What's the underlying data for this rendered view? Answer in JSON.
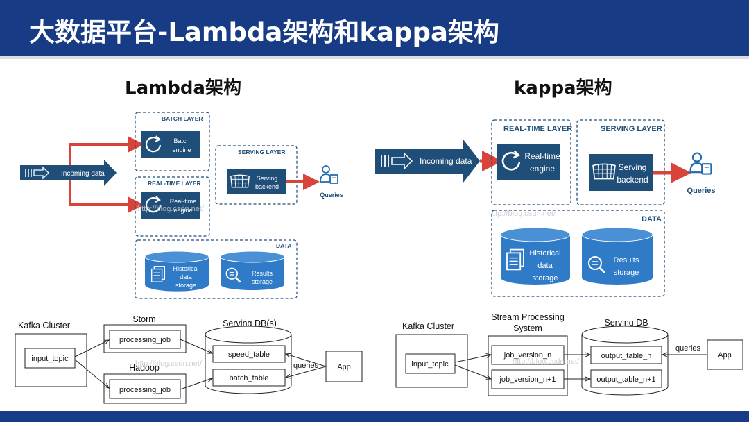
{
  "header": {
    "title": "大数据平台-Lambda架构和kappa架构"
  },
  "lambda": {
    "title": "Lambda架构",
    "incoming": "Incoming data",
    "batch_layer": "BATCH LAYER",
    "batch_engine": [
      "Batch",
      "engine"
    ],
    "realtime_layer": "REAL-TIME LAYER",
    "realtime_engine": [
      "Real-time",
      "engine"
    ],
    "serving_layer": "SERVING LAYER",
    "serving_backend": [
      "Serving",
      "backend"
    ],
    "queries": "Queries",
    "data_label": "DATA",
    "historical": [
      "Historical",
      "data",
      "storage"
    ],
    "results": [
      "Results",
      "storage"
    ]
  },
  "kappa": {
    "title": "kappa架构",
    "incoming": "Incoming data",
    "realtime_layer": "REAL-TIME LAYER",
    "realtime_engine": [
      "Real-time",
      "engine"
    ],
    "serving_layer": "SERVING LAYER",
    "serving_backend": [
      "Serving",
      "backend"
    ],
    "queries": "Queries",
    "data_label": "DATA",
    "historical": [
      "Historical",
      "data",
      "storage"
    ],
    "results": [
      "Results",
      "storage"
    ]
  },
  "lambda_flow": {
    "kafka_cluster": "Kafka Cluster",
    "input_topic": "input_topic",
    "storm": "Storm",
    "hadoop": "Hadoop",
    "processing_job_1": "processing_job",
    "processing_job_2": "processing_job",
    "serving_db": "Serving DB(s)",
    "speed_table": "speed_table",
    "batch_table": "batch_table",
    "queries": "queries",
    "app": "App"
  },
  "kappa_flow": {
    "kafka_cluster": "Kafka Cluster",
    "input_topic": "input_topic",
    "stream_processing": [
      "Stream Processing",
      "System"
    ],
    "job_version_n": "job_version_n",
    "job_version_n1": "job_version_n+1",
    "serving_db": "Serving DB",
    "output_table_n": "output_table_n",
    "output_table_n1": "output_table_n+1",
    "queries": "queries",
    "app": "App"
  },
  "watermark": "http://blog.csdn.net/",
  "colors": {
    "header": "#173b85",
    "accent_red": "#d9443a",
    "box_blue": "#1f4e79",
    "data_blue": "#2f7bc7"
  }
}
